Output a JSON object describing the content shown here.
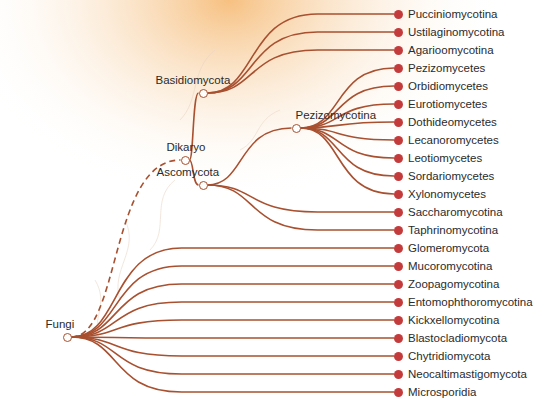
{
  "diagram": {
    "nodes": [
      {
        "text": [
          "Fungi"
        ]
      },
      {
        "text": [
          "Dikaryo"
        ]
      },
      {
        "text": [
          "Basidiomycota"
        ]
      },
      {
        "text": [
          "Ascomycota"
        ]
      },
      {
        "text": [
          "Pezizomycotina"
        ]
      },
      {
        "text": [
          "Pucciniomycotina"
        ]
      },
      {
        "text": [
          "Ustilaginomycotina"
        ]
      },
      {
        "text": [
          "Agarioomycotina"
        ]
      },
      {
        "text": [
          "Pezizomycetes"
        ]
      },
      {
        "text": [
          "Orbidiomycetes"
        ]
      },
      {
        "text": [
          "Eurotiomycetes"
        ]
      },
      {
        "text": [
          "Dothideomycetes"
        ]
      },
      {
        "text": [
          "Lecanoromycetes"
        ]
      },
      {
        "text": [
          "Leotiomycetes"
        ]
      },
      {
        "text": [
          "Sordariomycetes"
        ]
      },
      {
        "text": [
          "Xylonomycetes"
        ]
      },
      {
        "text": [
          "Saccharomycotina"
        ]
      },
      {
        "text": [
          "Taphrinomycotina"
        ]
      },
      {
        "text": [
          "Glomeromycota"
        ]
      },
      {
        "text": [
          "Mucoromycotina"
        ]
      },
      {
        "text": [
          "Zoopagomycotina"
        ]
      },
      {
        "text": [
          "Entomophthoromycotina"
        ]
      },
      {
        "text": [
          "Kickxellomycotina"
        ]
      },
      {
        "text": [
          "Blastocladiomycota"
        ]
      },
      {
        "text": [
          "Chytridiomycota"
        ]
      },
      {
        "text": [
          "Neocaltimastigomycota"
        ]
      },
      {
        "text": [
          "Microsporidia"
        ]
      }
    ],
    "edges": [
      {
        "from": 0,
        "to": 1,
        "arrow": "none"
      },
      {
        "from": 1,
        "to": 2,
        "arrow": "none"
      },
      {
        "from": 1,
        "to": 3,
        "arrow": "none"
      },
      {
        "from": 2,
        "to": 5,
        "arrow": "none"
      },
      {
        "from": 2,
        "to": 6,
        "arrow": "none"
      },
      {
        "from": 2,
        "to": 7,
        "arrow": "none"
      },
      {
        "from": 3,
        "to": 4,
        "arrow": "none"
      },
      {
        "from": 4,
        "to": 8,
        "arrow": "none"
      },
      {
        "from": 4,
        "to": 9,
        "arrow": "none"
      },
      {
        "from": 4,
        "to": 10,
        "arrow": "none"
      },
      {
        "from": 4,
        "to": 11,
        "arrow": "none"
      },
      {
        "from": 4,
        "to": 12,
        "arrow": "none"
      },
      {
        "from": 4,
        "to": 13,
        "arrow": "none"
      },
      {
        "from": 4,
        "to": 14,
        "arrow": "none"
      },
      {
        "from": 4,
        "to": 15,
        "arrow": "none"
      },
      {
        "from": 3,
        "to": 16,
        "arrow": "none"
      },
      {
        "from": 3,
        "to": 17,
        "arrow": "none"
      },
      {
        "from": 0,
        "to": 18,
        "arrow": "none"
      },
      {
        "from": 0,
        "to": 19,
        "arrow": "none"
      },
      {
        "from": 0,
        "to": 20,
        "arrow": "none"
      },
      {
        "from": 0,
        "to": 21,
        "arrow": "none"
      },
      {
        "from": 0,
        "to": 22,
        "arrow": "none"
      },
      {
        "from": 0,
        "to": 23,
        "arrow": "none"
      },
      {
        "from": 0,
        "to": 24,
        "arrow": "none"
      },
      {
        "from": 0,
        "to": 25,
        "arrow": "none"
      },
      {
        "from": 0,
        "to": 26,
        "arrow": "none"
      }
    ]
  }
}
